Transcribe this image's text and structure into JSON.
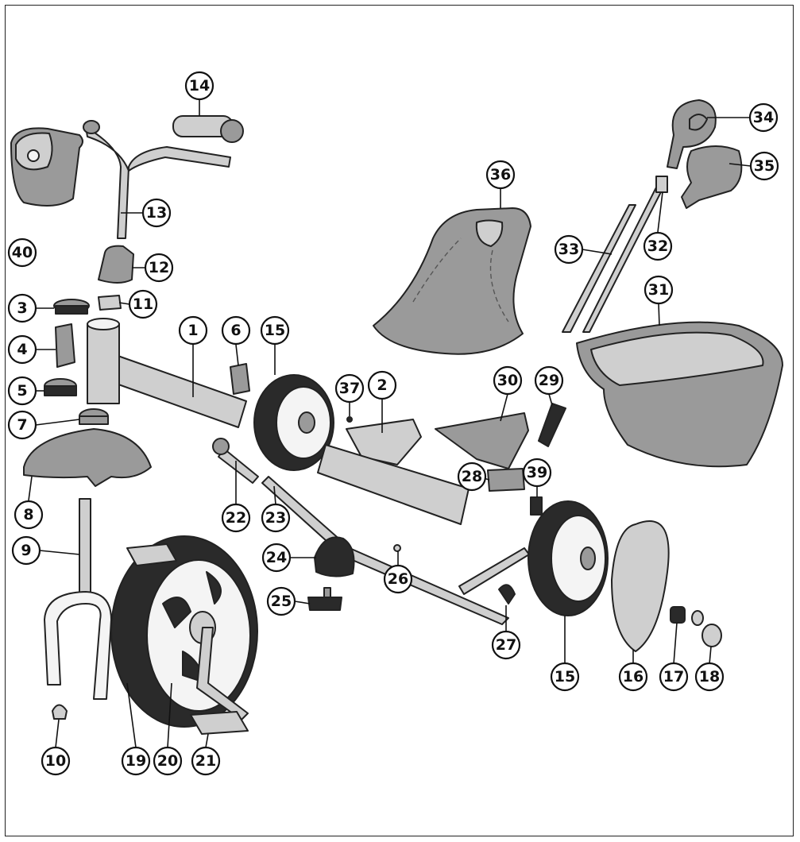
{
  "callouts": [
    {
      "id": "c1",
      "label": "1"
    },
    {
      "id": "c2",
      "label": "2"
    },
    {
      "id": "c3",
      "label": "3"
    },
    {
      "id": "c4",
      "label": "4"
    },
    {
      "id": "c5",
      "label": "5"
    },
    {
      "id": "c6",
      "label": "6"
    },
    {
      "id": "c7",
      "label": "7"
    },
    {
      "id": "c8",
      "label": "8"
    },
    {
      "id": "c9",
      "label": "9"
    },
    {
      "id": "c10",
      "label": "10"
    },
    {
      "id": "c11",
      "label": "11"
    },
    {
      "id": "c12",
      "label": "12"
    },
    {
      "id": "c13",
      "label": "13"
    },
    {
      "id": "c14",
      "label": "14"
    },
    {
      "id": "c15a",
      "label": "15"
    },
    {
      "id": "c15b",
      "label": "15"
    },
    {
      "id": "c16",
      "label": "16"
    },
    {
      "id": "c17",
      "label": "17"
    },
    {
      "id": "c18",
      "label": "18"
    },
    {
      "id": "c19",
      "label": "19"
    },
    {
      "id": "c20",
      "label": "20"
    },
    {
      "id": "c21",
      "label": "21"
    },
    {
      "id": "c22",
      "label": "22"
    },
    {
      "id": "c23",
      "label": "23"
    },
    {
      "id": "c24",
      "label": "24"
    },
    {
      "id": "c25",
      "label": "25"
    },
    {
      "id": "c26",
      "label": "26"
    },
    {
      "id": "c27",
      "label": "27"
    },
    {
      "id": "c28",
      "label": "28"
    },
    {
      "id": "c29",
      "label": "29"
    },
    {
      "id": "c30",
      "label": "30"
    },
    {
      "id": "c31",
      "label": "31"
    },
    {
      "id": "c32",
      "label": "32"
    },
    {
      "id": "c33",
      "label": "33"
    },
    {
      "id": "c34",
      "label": "34"
    },
    {
      "id": "c35",
      "label": "35"
    },
    {
      "id": "c36",
      "label": "36"
    },
    {
      "id": "c37",
      "label": "37"
    },
    {
      "id": "c39",
      "label": "39"
    },
    {
      "id": "c40",
      "label": "40"
    }
  ],
  "colors": {
    "light_gray": "#cfcfcf",
    "mid_gray": "#9a9a9a",
    "tire_black": "#2a2a2a"
  }
}
